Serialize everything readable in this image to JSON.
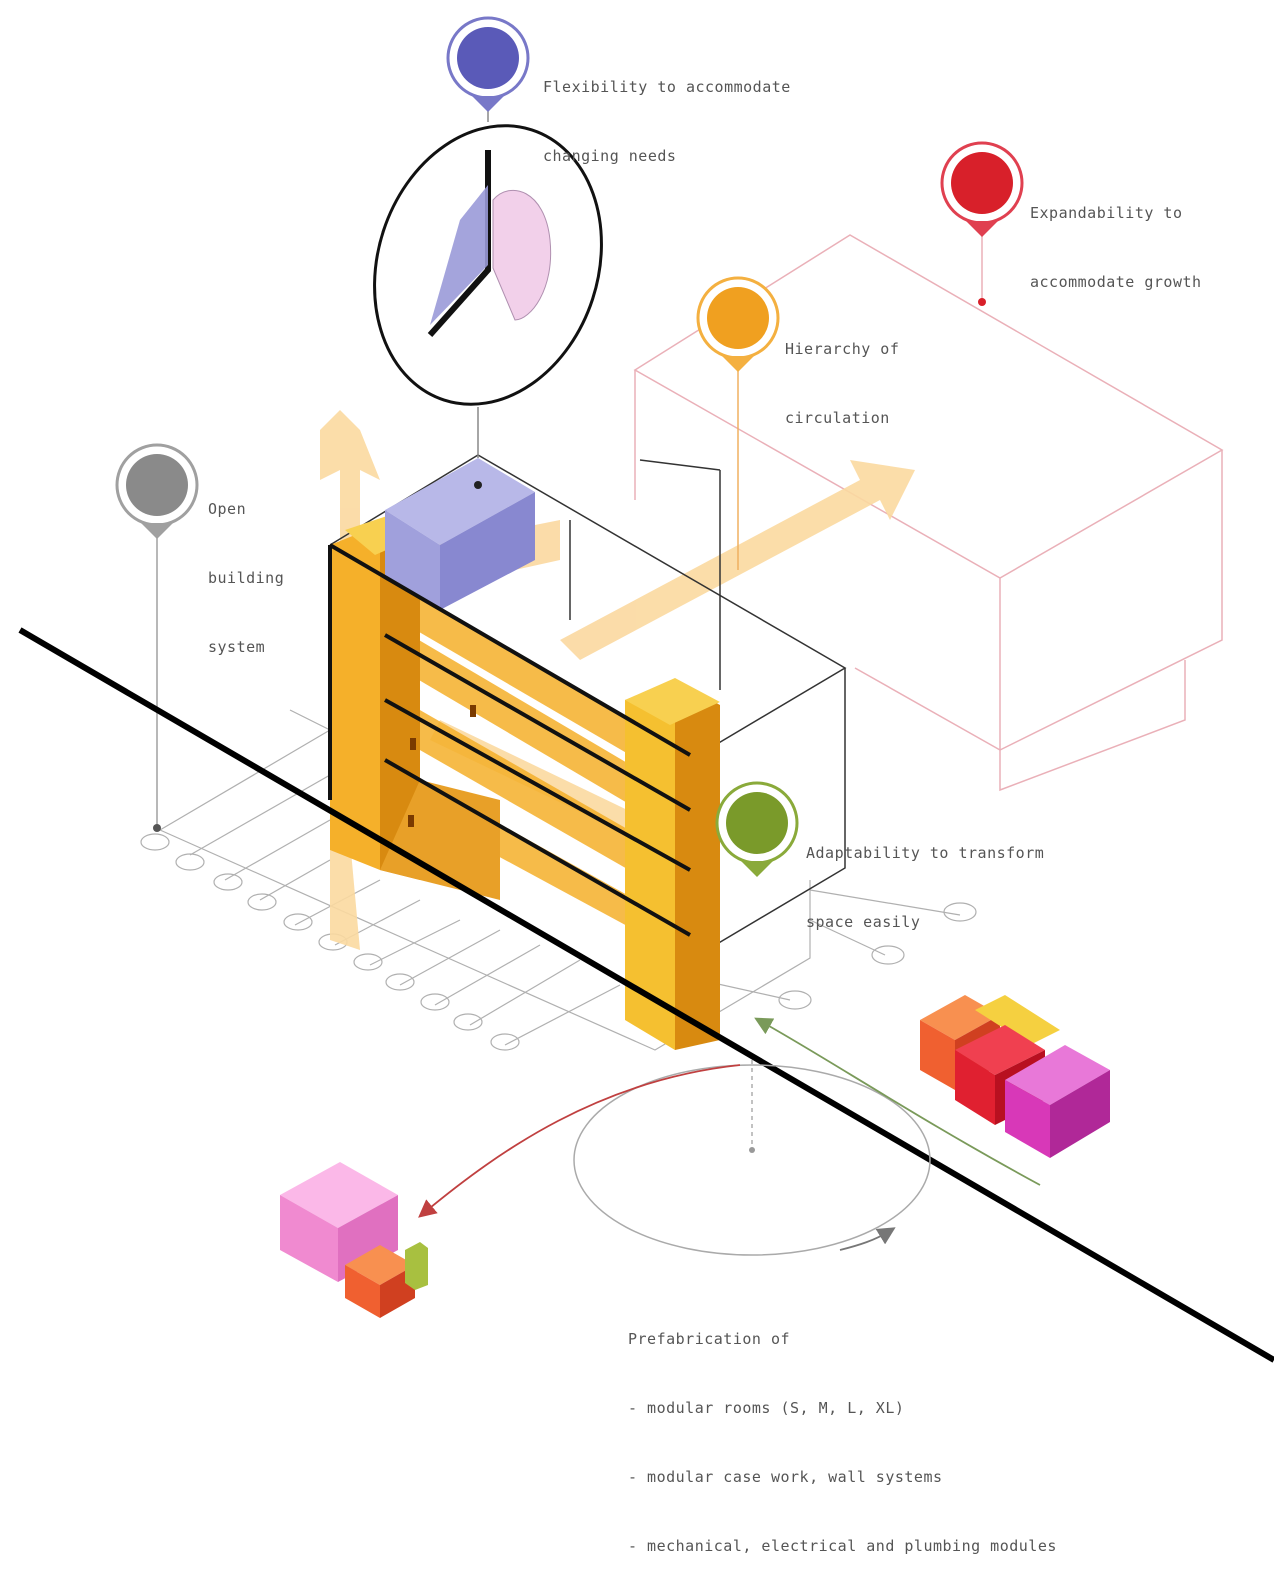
{
  "callouts": {
    "flexibility": {
      "line1": "Flexibility to accommodate",
      "line2": "changing needs",
      "color": "#5a5ab8",
      "icon": "flexibility-marker-icon"
    },
    "expandability": {
      "line1": "Expandability to",
      "line2": "accommodate growth",
      "color": "#d8202a",
      "icon": "expandability-marker-icon"
    },
    "hierarchy": {
      "line1": "Hierarchy of",
      "line2": "circulation",
      "color": "#f0a020",
      "icon": "hierarchy-marker-icon"
    },
    "open_building": {
      "line1": "Open",
      "line2": "building",
      "line3": "system",
      "color": "#8a8a8a",
      "icon": "open-building-marker-icon"
    },
    "adaptability": {
      "line1": "Adaptability to transform",
      "line2": "space easily",
      "color": "#7a9a2a",
      "icon": "adaptability-marker-icon"
    }
  },
  "prefab_note": {
    "title": "Prefabrication of",
    "items": [
      "- modular rooms (S, M, L, XL)",
      "- modular case work, wall systems",
      "- mechanical, electrical and plumbing modules"
    ]
  },
  "colors": {
    "orange": "#f5b02a",
    "light_orange": "#fbd9a0",
    "purple": "#9a9ad8",
    "pink": "#f07ac8",
    "magenta": "#d838b8",
    "red": "#e02030",
    "outline_pink": "#eab0b8"
  }
}
